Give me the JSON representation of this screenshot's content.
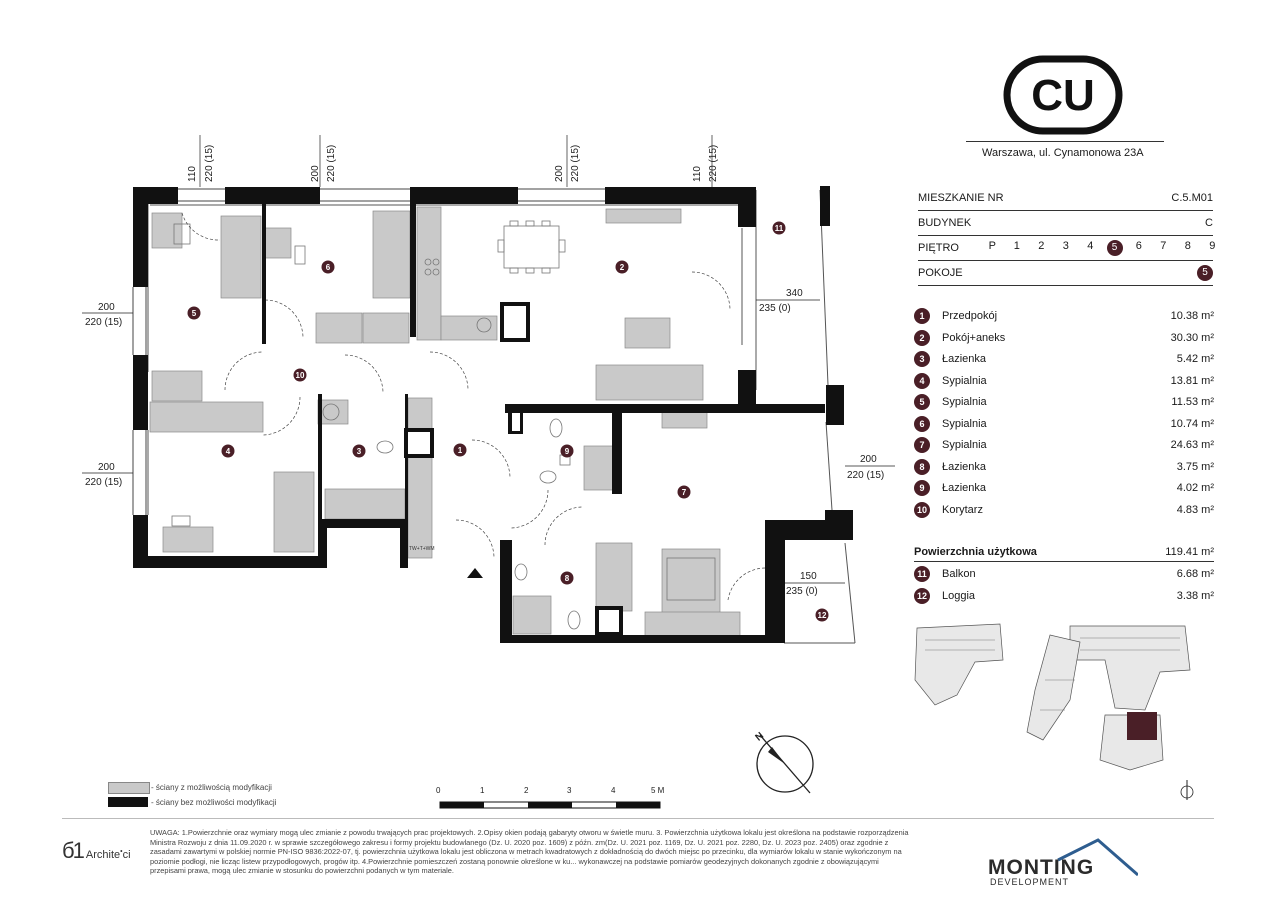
{
  "header": {
    "logo_text": "CU",
    "address": "Warszawa, ul. Cynamonowa 23A"
  },
  "apartment": {
    "number_label": "MIESZKANIE NR",
    "number_value": "C.5.M01",
    "building_label": "BUDYNEK",
    "building_value": "C",
    "floor_label": "PIĘTRO",
    "floors": [
      "P",
      "1",
      "2",
      "3",
      "4",
      "5",
      "6",
      "7",
      "8",
      "9"
    ],
    "active_floor": "5",
    "rooms_label": "POKOJE",
    "rooms_value": "5"
  },
  "rooms": [
    {
      "num": "1",
      "name": "Przedpokój",
      "area": "10.38 m²"
    },
    {
      "num": "2",
      "name": "Pokój+aneks",
      "area": "30.30 m²"
    },
    {
      "num": "3",
      "name": "Łazienka",
      "area": "5.42 m²"
    },
    {
      "num": "4",
      "name": "Sypialnia",
      "area": "13.81 m²"
    },
    {
      "num": "5",
      "name": "Sypialnia",
      "area": "11.53 m²"
    },
    {
      "num": "6",
      "name": "Sypialnia",
      "area": "10.74 m²"
    },
    {
      "num": "7",
      "name": "Sypialnia",
      "area": "24.63 m²"
    },
    {
      "num": "8",
      "name": "Łazienka",
      "area": "3.75 m²"
    },
    {
      "num": "9",
      "name": "Łazienka",
      "area": "4.02 m²"
    },
    {
      "num": "10",
      "name": "Korytarz",
      "area": "4.83 m²"
    }
  ],
  "usable_area": {
    "label": "Powierzchnia użytkowa",
    "value": "119.41 m²"
  },
  "outdoor": [
    {
      "num": "11",
      "name": "Balkon",
      "area": "6.68 m²"
    },
    {
      "num": "12",
      "name": "Loggia",
      "area": "3.38 m²"
    }
  ],
  "dimensions": {
    "top": [
      "110",
      "220 (15)",
      "200",
      "220 (15)",
      "200",
      "220 (15)",
      "110",
      "220 (15)"
    ],
    "left_upper": [
      "200",
      "220 (15)"
    ],
    "left_lower": [
      "200",
      "220 (15)"
    ],
    "right_mid": [
      "200",
      "220 (15)"
    ],
    "balcony": [
      "340",
      "235  (0)"
    ],
    "loggia": [
      "150",
      "235  (0)"
    ]
  },
  "plan_labels": {
    "room_numbers": [
      "1",
      "2",
      "3",
      "4",
      "5",
      "6",
      "7",
      "8",
      "9",
      "10",
      "11",
      "12"
    ],
    "kitchen_tag": "TW+T+WM"
  },
  "legend": {
    "modifiable": "- ściany z możliwością modyfikacji",
    "fixed": "- ściany bez możliwości modyfikacji"
  },
  "scale": {
    "ticks": [
      "0",
      "1",
      "2",
      "3",
      "4",
      "5 M"
    ]
  },
  "compass": {
    "north": "N"
  },
  "footer": {
    "note": "UWAGA: 1.Powierzchnie oraz wymiary mogą ulec zmianie z powodu trwających prac projektowych. 2.Opisy okien podają gabaryty otworu w świetle muru. 3. Powierzchnia użytkowa lokalu jest określona na podstawie rozporządzenia Ministra Rozwoju z dnia 11.09.2020 r. w sprawie szczegółowego zakresu i formy projektu budowlanego (Dz. U. 2020 poz. 1609) z późn. zm(Dz. U. 2021 poz. 1169, Dz. U. 2021 poz. 2280, Dz. U. 2023 poz. 2405) oraz zgodnie z zasadami zawartymi w polskiej normie PN-ISO 9836:2022-07, tj. powierzchnia użytkowa lokalu jest obliczona w metrach kwadratowych z dokładnością do dwóch miejsc po przecinku, dla wymiarów lokalu w stanie wykończonym na poziomie podłogi, nie licząc listew przypodłogowych, progów itp. 4.Powierzchnie pomieszczeń zostaną ponownie określone w ku... wykonawczej na podstawie pomiarów geodezyjnych dokonanych zgodnie z obowiązującymi przepisami prawa, mogą ulec zmianie w stosunku do powierzchni podanych w tym materiale.",
    "architect": "Archite",
    "architect_tail": "ci",
    "developer": "MONTING",
    "developer_sub": "DEVELOPMENT"
  }
}
